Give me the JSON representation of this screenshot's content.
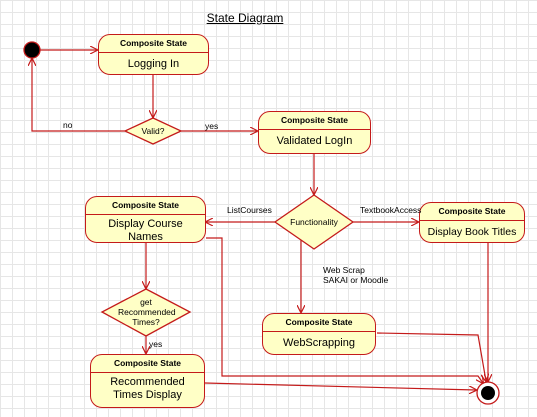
{
  "diagram": {
    "title": "State Diagram",
    "states": {
      "logging_in": {
        "header": "Composite State",
        "name": "Logging In"
      },
      "validated_login": {
        "header": "Composite State",
        "name": "Validated LogIn"
      },
      "display_course_names": {
        "header": "Composite State",
        "name": "Display Course Names"
      },
      "display_book_titles": {
        "header": "Composite State",
        "name": "Display Book Titles"
      },
      "webscrapping": {
        "header": "Composite State",
        "name": "WebScrapping"
      },
      "recommended_times": {
        "header": "Composite State",
        "name": "Recommended Times Display"
      }
    },
    "decisions": {
      "valid": "Valid?",
      "functionality": "Functionality",
      "get_recommended": "get Recommended Times?"
    },
    "transitions": {
      "no": "no",
      "yes_valid": "yes",
      "list_courses": "ListCourses",
      "textbook_access": "TextbookAccess",
      "web_scrap_line1": "Web Scrap",
      "web_scrap_line2": "SAKAI or Moodle",
      "yes_recommended": "yes"
    },
    "colors": {
      "state_fill": "#ffffc6",
      "stroke": "#c41a1a",
      "node_fill": "#000000"
    }
  }
}
